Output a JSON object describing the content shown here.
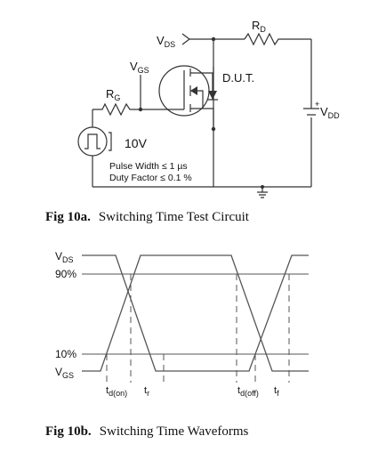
{
  "circuit": {
    "vds": {
      "main": "V",
      "sub": "DS"
    },
    "rd": {
      "main": "R",
      "sub": "D"
    },
    "vgs": {
      "main": "V",
      "sub": "GS"
    },
    "rg": {
      "main": "R",
      "sub": "G"
    },
    "dut": "D.U.T.",
    "vdd": {
      "main": "V",
      "sub": "DD"
    },
    "pulse_amp": "10V",
    "pulse_width": "Pulse Width ≤ 1 µs",
    "duty_factor": "Duty Factor ≤ 0.1 %"
  },
  "caption_a": {
    "bold": "Fig 10a.",
    "text": "Switching Time Test Circuit"
  },
  "waveform": {
    "vds": {
      "main": "V",
      "sub": "DS"
    },
    "pct90": "90%",
    "pct10": "10%",
    "vgs": {
      "main": "V",
      "sub": "GS"
    },
    "td_on": {
      "main": "t",
      "sub": "d(on)"
    },
    "tr": {
      "main": "t",
      "sub": "r"
    },
    "td_off": {
      "main": "t",
      "sub": "d(off)"
    },
    "tf": {
      "main": "t",
      "sub": "f"
    }
  },
  "caption_b": {
    "bold": "Fig 10b.",
    "text": "Switching Time Waveforms"
  }
}
